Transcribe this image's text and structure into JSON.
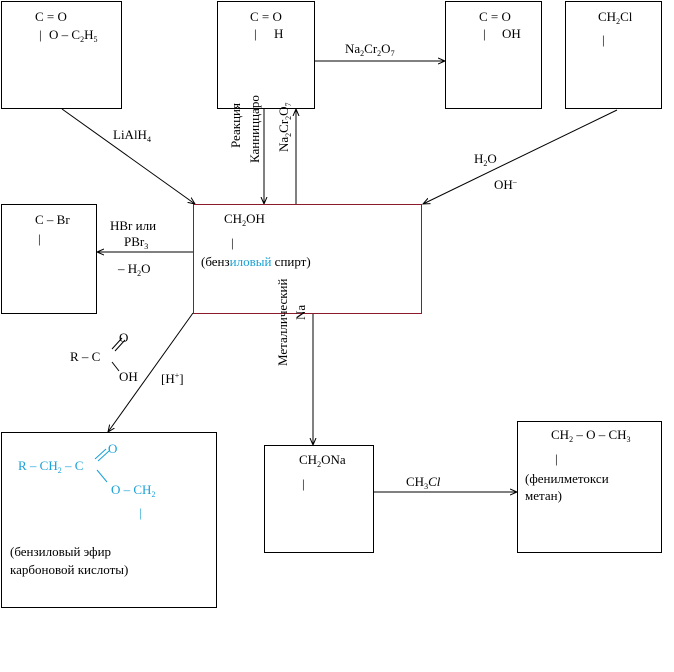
{
  "colors": {
    "line": "#000000",
    "center_border": "#8b1a2b",
    "highlight": "#1aa1d6"
  },
  "boxes": {
    "ester": {
      "top": "C = O",
      "bond": "|",
      "group_a": "O – C",
      "group_sub": "2",
      "group_b": "H",
      "group_sub2": "5"
    },
    "aldehyde": {
      "top": "C = O",
      "bond": "|",
      "group": "H"
    },
    "acid": {
      "top": "C = O",
      "bond": "|",
      "group": "OH"
    },
    "chloride": {
      "top_a": "CH",
      "top_sub": "2",
      "top_b": "Cl",
      "bond": "|"
    },
    "bromide": {
      "top": "C – Br",
      "bond": "|"
    },
    "center": {
      "formula_a": "CH",
      "formula_sub": "2",
      "formula_b": "OH",
      "bond": "|",
      "name_a": "(бенз",
      "name_hl": "иловый",
      "name_b": " спирт)"
    },
    "alkoxide": {
      "formula_a": "CH",
      "formula_sub": "2",
      "formula_b": "ONa",
      "bond": "|"
    },
    "ether": {
      "formula_a": "CH",
      "formula_sub": "2",
      "formula_b": " – O – CH",
      "formula_sub2": "3",
      "bond": "|",
      "name_1": "(фенилметокси",
      "name_2": "метан)"
    },
    "bester": {
      "o_top": "O",
      "formula_a": "R – CH",
      "formula_sub": "2",
      "formula_b": " – C",
      "o_ch_a": "O – CH",
      "o_ch_sub": "2",
      "bond": "|",
      "name_1": "(бензиловый эфир",
      "name_2": "карбоновой кислоты)"
    }
  },
  "labels": {
    "lialh4_a": "LiAlH",
    "lialh4_sub": "4",
    "cannizzaro_1": "Реакция",
    "cannizzaro_2": "Канниццаро",
    "na2cr2o7_v_a": "Na",
    "na2cr2o7_v_s1": "2",
    "na2cr2o7_v_b": "Cr",
    "na2cr2o7_v_s2": "2",
    "na2cr2o7_v_c": "O",
    "na2cr2o7_v_s3": "7",
    "na2cr2o7_h_a": "Na",
    "na2cr2o7_h_s1": "2",
    "na2cr2o7_h_b": "Cr",
    "na2cr2o7_h_s2": "2",
    "na2cr2o7_h_c": "O",
    "na2cr2o7_h_s3": "7",
    "water_a": "H",
    "water_sub": "2",
    "water_b": "O",
    "hydroxide_a": "OH",
    "hydroxide_sup": "–",
    "hbr_1": "HBr или",
    "hbr_2a": "PBr",
    "hbr_2sub": "3",
    "hbr_3a": "– H",
    "hbr_3sub": "2",
    "hbr_3b": "O",
    "metal_1": "Металлический",
    "metal_2": "Na",
    "acid_r": "R – C",
    "acid_o": "O",
    "acid_oh": "OH",
    "catalyst_a": "[H",
    "catalyst_sup": "+",
    "catalyst_b": "]",
    "ch3cl_a": "CH",
    "ch3cl_sub": "3",
    "ch3cl_b": "Cl"
  }
}
